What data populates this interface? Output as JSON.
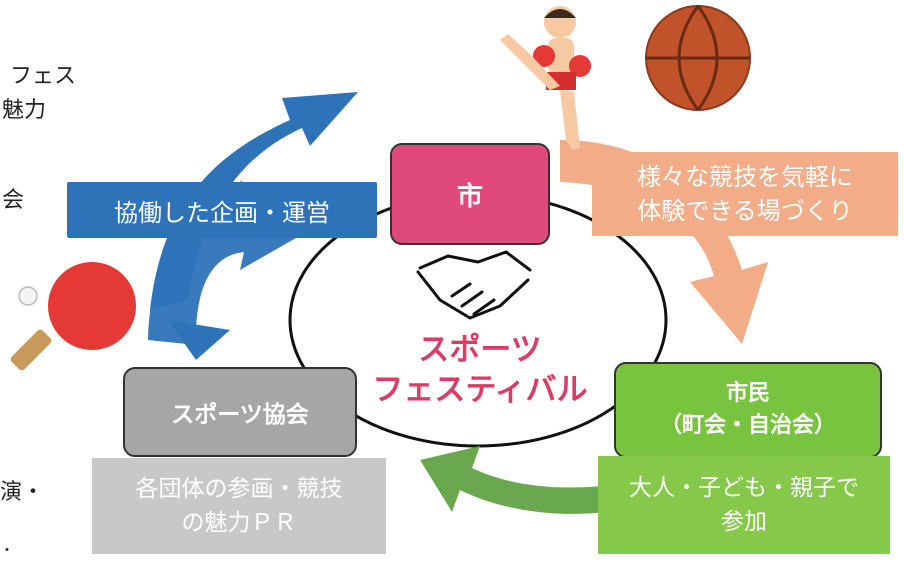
{
  "left_edge_fragments": [
    "フェス",
    "魅力",
    "会",
    "演・",
    "・"
  ],
  "hub": {
    "title_lines": [
      "スポーツ",
      "フェスティバル"
    ],
    "handshake_icon": "handshake-icon"
  },
  "city": {
    "label": "市"
  },
  "sports_association": {
    "label": "スポーツ協会",
    "description_lines": [
      "各団体の参画・競技",
      "の魅力ＰＲ"
    ]
  },
  "citizens": {
    "label_lines": [
      "市民",
      "（町会・自治会）"
    ],
    "description_lines": [
      "大人・子ども・親子で",
      "参加"
    ]
  },
  "arrow_labels": {
    "collaboration": "協働した企画・運営",
    "experience_lines": [
      "様々な競技を気軽に",
      "体験できる場づくり"
    ]
  },
  "illustrations": [
    "kickboxer-icon",
    "basketball-icon",
    "ping-pong-paddle-icon"
  ],
  "colors": {
    "city": "#e04a7a",
    "association": "#a6a6a6",
    "citizens": "#78c43e",
    "collab_arrow": "#2e73b8",
    "experience_arrow": "#f2ad88",
    "participation_arrow": "#6aa84f",
    "hub_title": "#e03a62"
  }
}
